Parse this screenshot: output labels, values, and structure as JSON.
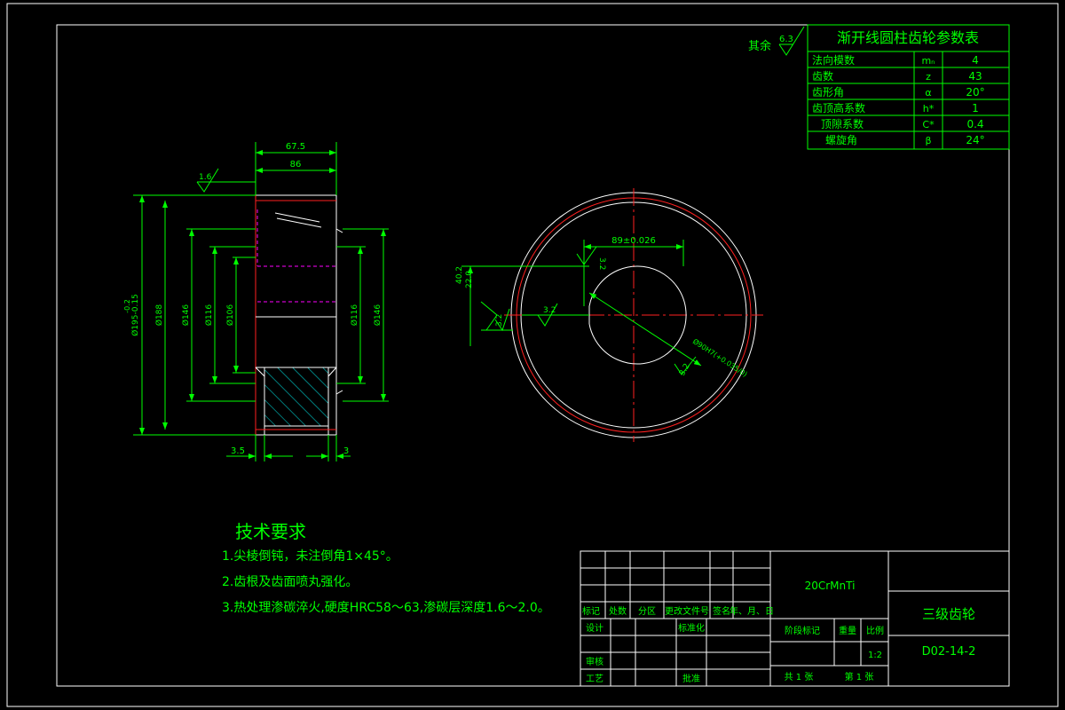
{
  "colors": {
    "background": "#000000",
    "frame": "#ffffff",
    "annotation": "#00ff00",
    "center_line": "#ff2020",
    "hatch": "#00e0e0",
    "hidden_line": "#ff00ff"
  },
  "roughness": {
    "prefix": "其余",
    "default_value": "6.3",
    "side_left": "1.6",
    "keyway_top": "3.2",
    "keyway_side": "3.2",
    "keyway_bottom": "3.2",
    "bore": "3.2",
    "left_small": "3.2"
  },
  "param_table": {
    "title": "渐开线圆柱齿轮参数表",
    "rows": [
      {
        "name": "法向模数",
        "symbol": "mₙ",
        "value": "4"
      },
      {
        "name": "齿数",
        "symbol": "z",
        "value": "43"
      },
      {
        "name": "齿形角",
        "symbol": "α",
        "value": "20°"
      },
      {
        "name": "齿顶高系数",
        "symbol": "h*",
        "value": "1"
      },
      {
        "name": "顶隙系数",
        "symbol": "C*",
        "value": "0.4"
      },
      {
        "name": "螺旋角",
        "symbol": "β",
        "value": "24°"
      }
    ]
  },
  "dims": {
    "width_top1": "67.5",
    "width_top2": "86",
    "od": "Ø188",
    "od_tol": "Ø195-0.15",
    "tol": "-0.2",
    "d146": "Ø146",
    "d116": "Ø116",
    "d106": "Ø106",
    "d116_r": "Ø116",
    "d146_r": "Ø146",
    "chamfer_l": "3.5",
    "chamfer_r": "3",
    "keyway_w": "89±0.026",
    "keyway_t1": "40.2",
    "keyway_t2": "22.0",
    "bore": "Ø90H7(+0.035/0)"
  },
  "tech": {
    "title": "技术要求",
    "items": [
      "1.尖棱倒钝，未注倒角1×45°。",
      "2.齿根及齿面喷丸强化。",
      "3.热处理渗碳淬火,硬度HRC58～63,渗碳层深度1.6～2.0。"
    ]
  },
  "title_block": {
    "material": "20CrMnTi",
    "part_name": "三级齿轮",
    "drawing_no": "D02-14-2",
    "header": [
      "标记",
      "处数",
      "分区",
      "更改文件号",
      "签名",
      "年、月、日"
    ],
    "design": "设计",
    "standard": "标准化",
    "review": "审核",
    "process": "工艺",
    "approve": "批准",
    "stage": "阶段标记",
    "weight": "重量",
    "scale_label": "比例",
    "scale": "1:2",
    "total_sheets": "共 1 张",
    "sheet_no": "第 1 张"
  }
}
